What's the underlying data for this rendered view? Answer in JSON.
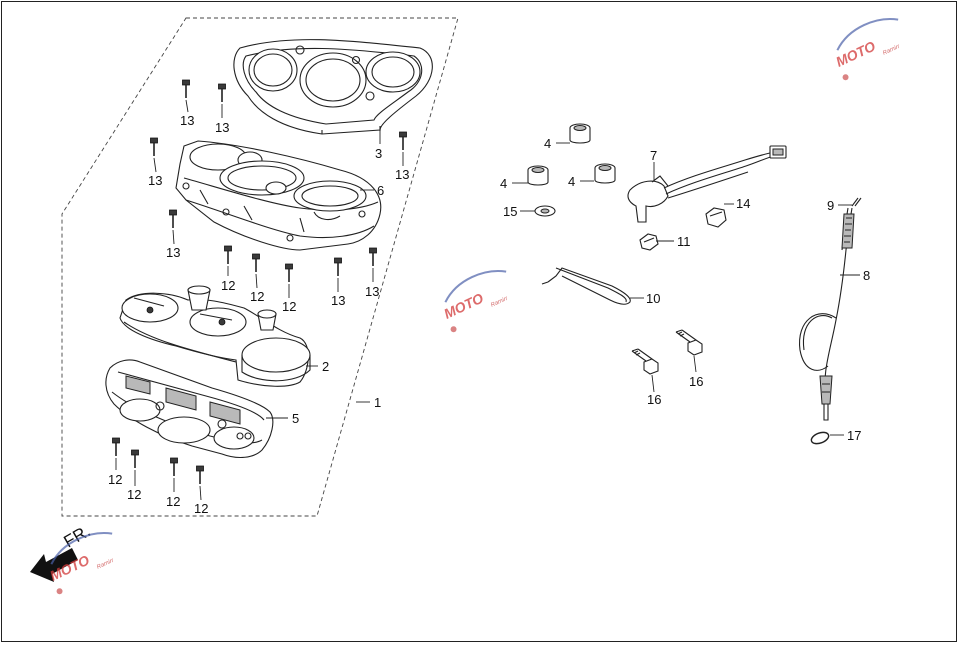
{
  "diagram": {
    "direction_label": "FR.",
    "watermark_text": "MOTO",
    "watermark_subtext": "Ramirr",
    "colors": {
      "line": "#222222",
      "watermark_red": "#d23a3a",
      "watermark_blue": "#4a5fa8"
    },
    "callouts": [
      {
        "id": "c1",
        "text": "1"
      },
      {
        "id": "c2",
        "text": "2"
      },
      {
        "id": "c3",
        "text": "3"
      },
      {
        "id": "c4a",
        "text": "4"
      },
      {
        "id": "c4b",
        "text": "4"
      },
      {
        "id": "c4c",
        "text": "4"
      },
      {
        "id": "c5",
        "text": "5"
      },
      {
        "id": "c6",
        "text": "6"
      },
      {
        "id": "c7",
        "text": "7"
      },
      {
        "id": "c8",
        "text": "8"
      },
      {
        "id": "c9",
        "text": "9"
      },
      {
        "id": "c10",
        "text": "10"
      },
      {
        "id": "c11",
        "text": "11"
      },
      {
        "id": "c12a",
        "text": "12"
      },
      {
        "id": "c12b",
        "text": "12"
      },
      {
        "id": "c12c",
        "text": "12"
      },
      {
        "id": "c12d",
        "text": "12"
      },
      {
        "id": "c12e",
        "text": "12"
      },
      {
        "id": "c12f",
        "text": "12"
      },
      {
        "id": "c12g",
        "text": "12"
      },
      {
        "id": "c13a",
        "text": "13"
      },
      {
        "id": "c13b",
        "text": "13"
      },
      {
        "id": "c13c",
        "text": "13"
      },
      {
        "id": "c13d",
        "text": "13"
      },
      {
        "id": "c13e",
        "text": "13"
      },
      {
        "id": "c13f",
        "text": "13"
      },
      {
        "id": "c13g",
        "text": "13"
      },
      {
        "id": "c14",
        "text": "14"
      },
      {
        "id": "c15",
        "text": "15"
      },
      {
        "id": "c16a",
        "text": "16"
      },
      {
        "id": "c16b",
        "text": "16"
      },
      {
        "id": "c17",
        "text": "17"
      }
    ]
  }
}
